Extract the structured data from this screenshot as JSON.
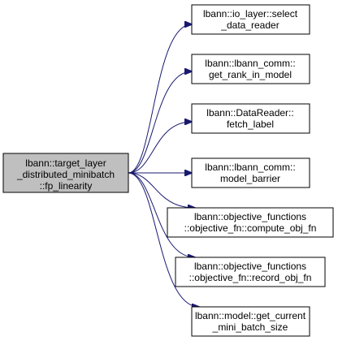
{
  "colors": {
    "edge": "#191970",
    "node_border": "#000000",
    "node_fill": "#ffffff",
    "root_fill": "#bfbfbf",
    "text": "#000000"
  },
  "root": {
    "lines": [
      "lbann::target_layer",
      "_distributed_minibatch",
      "::fp_linearity"
    ]
  },
  "callees": [
    {
      "lines": [
        "lbann::io_layer::select",
        "_data_reader"
      ]
    },
    {
      "lines": [
        "lbann::lbann_comm::",
        "get_rank_in_model"
      ]
    },
    {
      "lines": [
        "lbann::DataReader::",
        "fetch_label"
      ]
    },
    {
      "lines": [
        "lbann::lbann_comm::",
        "model_barrier"
      ]
    },
    {
      "lines": [
        "lbann::objective_functions",
        "::objective_fn::compute_obj_fn"
      ]
    },
    {
      "lines": [
        "lbann::objective_functions",
        "::objective_fn::record_obj_fn"
      ]
    },
    {
      "lines": [
        "lbann::model::get_current",
        "_mini_batch_size"
      ]
    }
  ]
}
